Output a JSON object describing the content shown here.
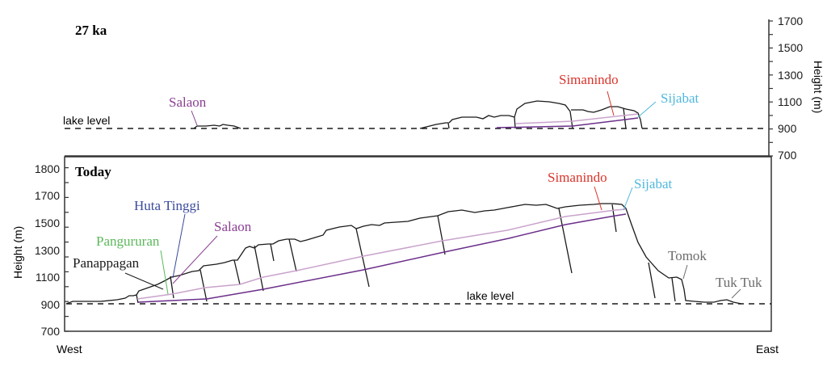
{
  "panels": {
    "past": {
      "title": "27 ka",
      "lake_label": "lake level",
      "axis_label": "Height (m)",
      "ticks": [
        "1700",
        "1500",
        "1300",
        "1100",
        "900",
        "700"
      ],
      "labels": {
        "salaon": "Salaon",
        "simanindo": "Simanindo",
        "sijabat": "Sijabat"
      }
    },
    "today": {
      "title": "Today",
      "lake_label": "lake level",
      "axis_label": "Height (m)",
      "ticks": [
        "1800",
        "1700",
        "1500",
        "1300",
        "1100",
        "900",
        "700"
      ],
      "labels": {
        "huta_tinggi": "Huta Tinggi",
        "salaon": "Salaon",
        "pangururan": "Pangururan",
        "panappagan": "Panappagan",
        "simanindo": "Simanindo",
        "sijabat": "Sijabat",
        "tomok": "Tomok",
        "tuk_tuk": "Tuk Tuk"
      }
    }
  },
  "directions": {
    "west": "West",
    "east": "East"
  },
  "colors": {
    "huta_tinggi": "#3b4a9b",
    "salaon": "#8a3f92",
    "pangururan": "#5cb85c",
    "simanindo": "#d9342b",
    "sijabat": "#4fb8de",
    "place_gray": "#6b6b6b",
    "ignimbrite_light": "#c9a3cc",
    "ignimbrite_dark": "#6b2f8a"
  }
}
